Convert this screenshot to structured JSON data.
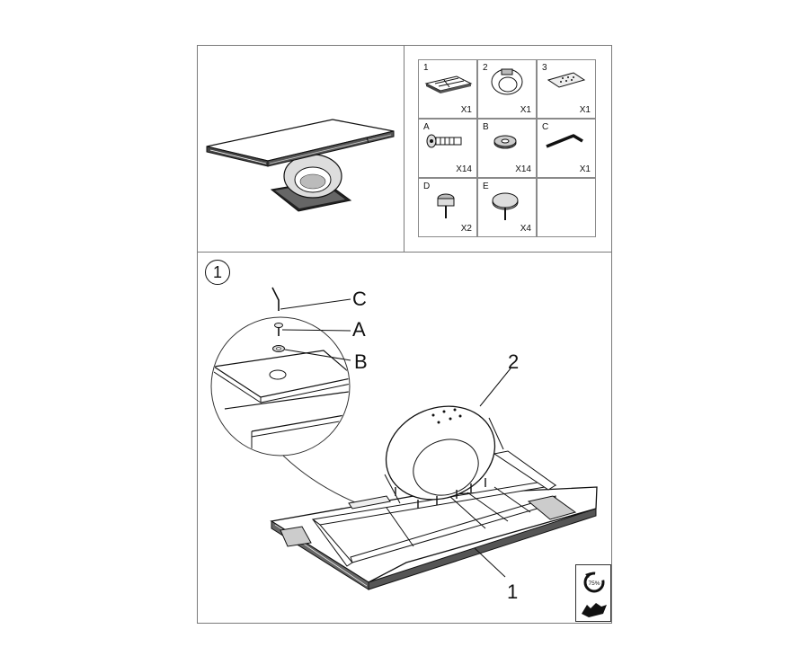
{
  "parts": [
    {
      "num": "1",
      "qty": "X1",
      "icon": "frame-icon"
    },
    {
      "num": "2",
      "qty": "X1",
      "icon": "ring-base-icon"
    },
    {
      "num": "3",
      "qty": "X1",
      "icon": "plate-icon"
    },
    {
      "num": "A",
      "qty": "X14",
      "icon": "bolt-icon"
    },
    {
      "num": "B",
      "qty": "X14",
      "icon": "washer-icon"
    },
    {
      "num": "C",
      "qty": "X1",
      "icon": "hex-key-icon"
    },
    {
      "num": "D",
      "qty": "X2",
      "icon": "small-foot-icon"
    },
    {
      "num": "E",
      "qty": "X4",
      "icon": "large-foot-icon"
    }
  ],
  "step": {
    "number": "1",
    "callouts": {
      "c": "C",
      "a": "A",
      "b": "B",
      "two": "2",
      "one": "1"
    }
  },
  "badge": {
    "percent": "75%"
  }
}
